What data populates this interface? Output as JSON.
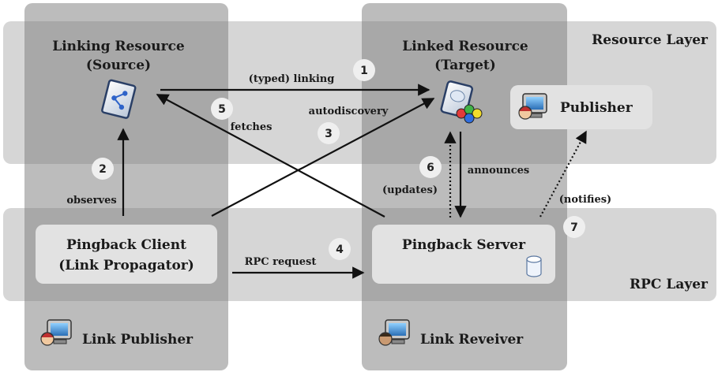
{
  "layers": {
    "resource": "Resource Layer",
    "rpc": "RPC Layer"
  },
  "columns": {
    "left": "Link Publisher",
    "right": "Link Reveiver"
  },
  "nodes": {
    "source": {
      "line1": "Linking Resource",
      "line2": "(Source)"
    },
    "target": {
      "line1": "Linked Resource",
      "line2": "(Target)"
    },
    "publisher": "Publisher",
    "client": {
      "line1": "Pingback Client",
      "line2": "(Link Propagator)"
    },
    "server": "Pingback Server"
  },
  "edges": {
    "linking": {
      "label": "(typed) linking",
      "step": "1"
    },
    "observes": {
      "label": "observes",
      "step": "2"
    },
    "autodiscovery": {
      "label": "autodiscovery",
      "step": "3"
    },
    "rpc_request": {
      "label": "RPC request",
      "step": "4"
    },
    "fetches": {
      "label": "fetches",
      "step": "5"
    },
    "updates": {
      "label": "(updates)",
      "step": "6"
    },
    "announces": {
      "label": "announces"
    },
    "notifies": {
      "label": "(notifies)",
      "step": "7"
    }
  },
  "icons": {
    "source": "share-document-icon",
    "target": "linked-document-icon",
    "publisher": "user-computer-icon",
    "link_publisher": "user-computer-icon",
    "link_receiver": "user-computer-icon",
    "server": "database-icon"
  },
  "colors": {
    "band": "#d6d6d6",
    "column": "#bcbcbc",
    "overlap": "#a8a8a8",
    "node_box": "#e2e2e2",
    "badge": "#efefef"
  }
}
